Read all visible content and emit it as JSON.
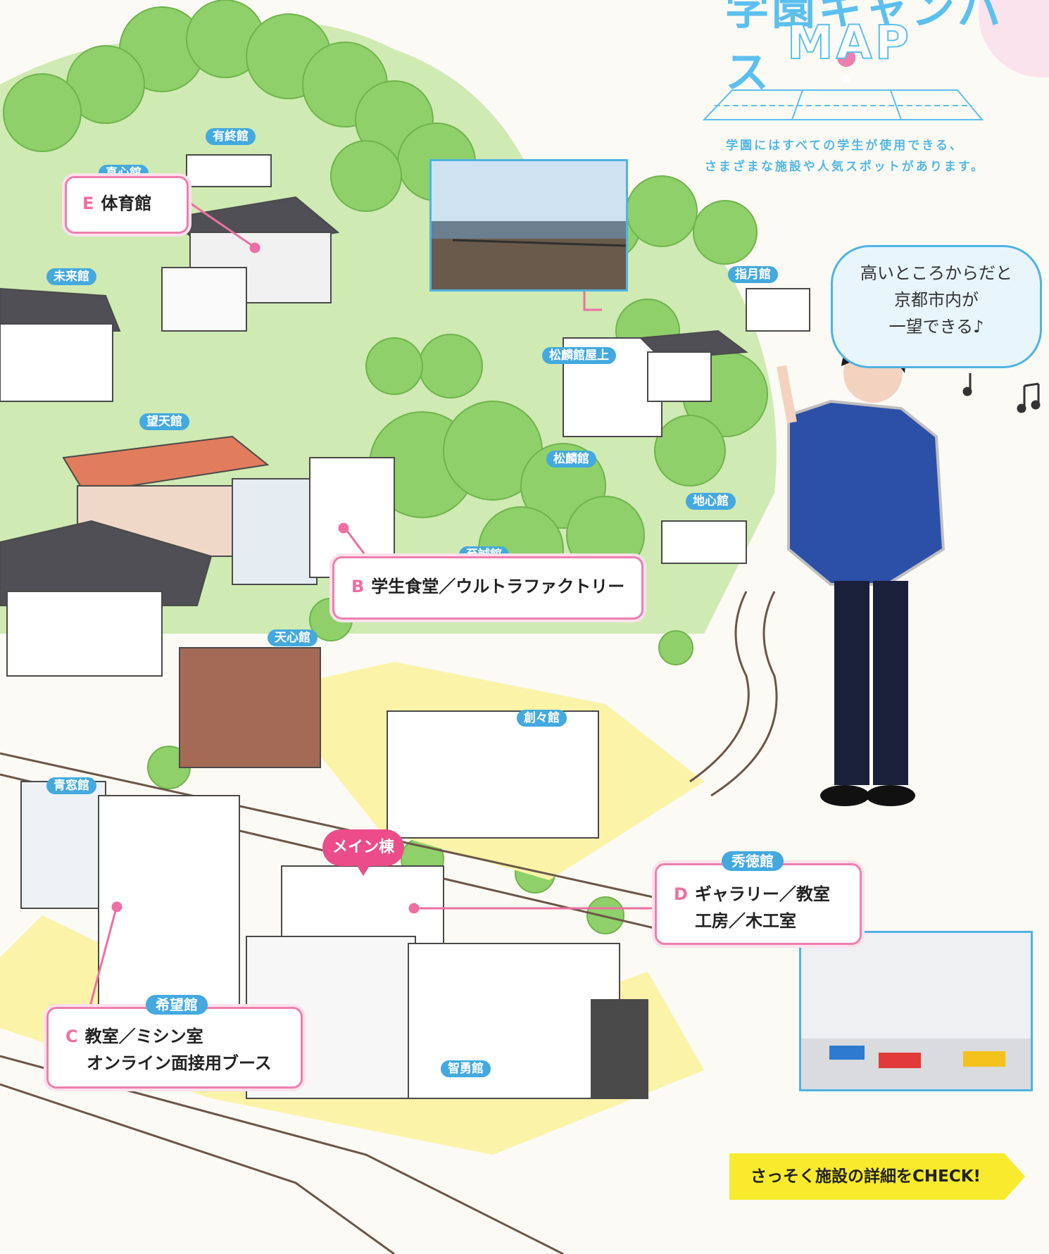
{
  "header": {
    "title_line1": "学園キャンパス",
    "title_line2": "MAP",
    "intro_line1": "学園にはすべての学生が使用できる、",
    "intro_line2": "さまざまな施設や人気スポットがあります。"
  },
  "buildings": {
    "yushu": "有終館",
    "jikishin": "直心館",
    "mirai": "未来館",
    "bouten": "望天館",
    "shoprin_roof": "松麟館屋上",
    "shoprin": "松麟館",
    "shigetsu": "指月館",
    "chishin": "地心館",
    "shisei": "至誠館",
    "tenshin": "天心館",
    "souso": "創々館",
    "seisou": "青窓館",
    "shutoku": "秀徳館",
    "kibou": "希望館",
    "chiyuu": "智勇館"
  },
  "facilities": {
    "E": {
      "letter": "E",
      "line1": "体育館"
    },
    "B": {
      "letter": "B",
      "line1": "学生食堂／ウルトラファクトリー"
    },
    "D": {
      "letter": "D",
      "line1": "ギャラリー／教室",
      "line2": "工房／木工室"
    },
    "C": {
      "letter": "C",
      "line1": "教室／ミシン室",
      "line2": "オンライン面接用ブース"
    }
  },
  "main_building": "メイン棟",
  "speech": {
    "line1": "高いところからだと",
    "line2": "京都市内が",
    "line3": "一望できる♪"
  },
  "cta": "さっそく施設の詳細をCHECK!",
  "colors": {
    "label_blue": "#43a9df",
    "card_pink": "#ee7fae",
    "tree_green": "#8fd06a",
    "ground_yellow": "#fbf3a8",
    "cta_yellow": "#f8ea2c"
  }
}
